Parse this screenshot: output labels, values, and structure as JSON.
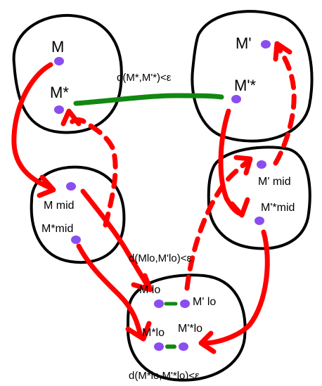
{
  "labels": {
    "m": "M",
    "m_star": "M*",
    "m_prime": "M'",
    "m_prime_star": "M'*",
    "m_mid": "M mid",
    "m_star_mid": "M*mid",
    "m_prime_mid": "M' mid",
    "m_prime_star_mid": "M'*mid",
    "m_lo": "M lo",
    "m_prime_lo": "M' lo",
    "m_star_lo": "M*lo",
    "m_prime_star_lo": "M'*lo"
  },
  "annotations": {
    "top_distance": "d(M*,M'*)<ε",
    "lo_distance": "d(Mlo,M'lo)<ε",
    "star_lo_distance": "d(M*lo,M'*lo)<ε"
  },
  "colors": {
    "outline": "#000000",
    "arrow": "#ff0000",
    "link": "#118811",
    "point": "#8a4df0"
  }
}
